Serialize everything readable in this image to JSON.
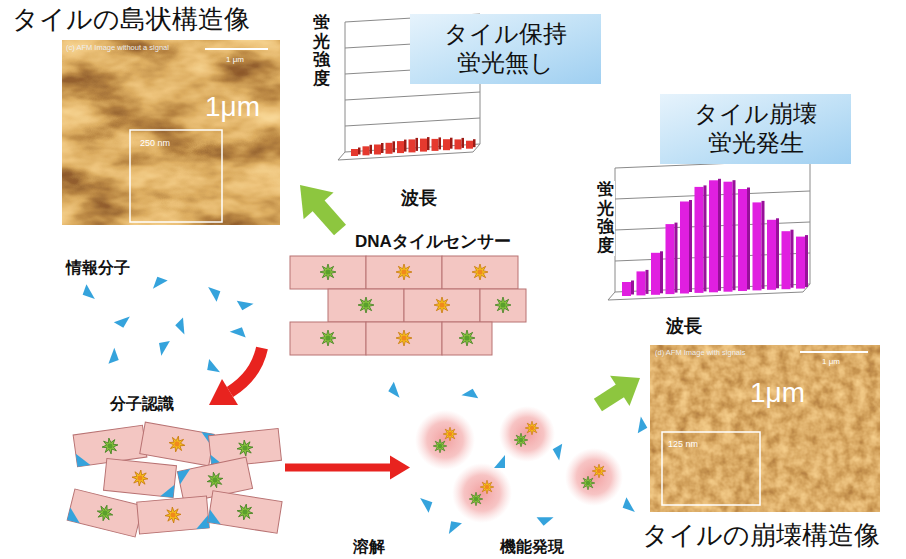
{
  "diagram": {
    "nodes": [
      {
        "text": [
          "タイルの島状構造像",
          "(c) AFM Image without a signal",
          "1 μm",
          "1μm",
          "250 nm"
        ]
      },
      {
        "text": [
          "タイル保持 蛍光無し"
        ]
      },
      {
        "text": [
          "タイル崩壊 蛍光発生"
        ]
      },
      {
        "text": [
          "DNAタイルセンサー"
        ]
      },
      {
        "text": [
          "分子認識"
        ]
      },
      {
        "text": [
          "機能発現"
        ]
      },
      {
        "text": [
          "(d) AFM Image with signals",
          "1 μm",
          "1μm",
          "125 nm",
          "タイルの崩壊構造像"
        ]
      }
    ],
    "edges": [
      {
        "from": 3,
        "to": 0,
        "arrow": "to"
      },
      {
        "from": 4,
        "to": 5,
        "label": "溶解",
        "arrow": "to"
      },
      {
        "from": 5,
        "to": 6,
        "arrow": "to"
      }
    ],
    "labels": [
      "蛍光強度",
      "波長",
      "蛍光強度",
      "波長",
      "情報分子"
    ]
  }
}
